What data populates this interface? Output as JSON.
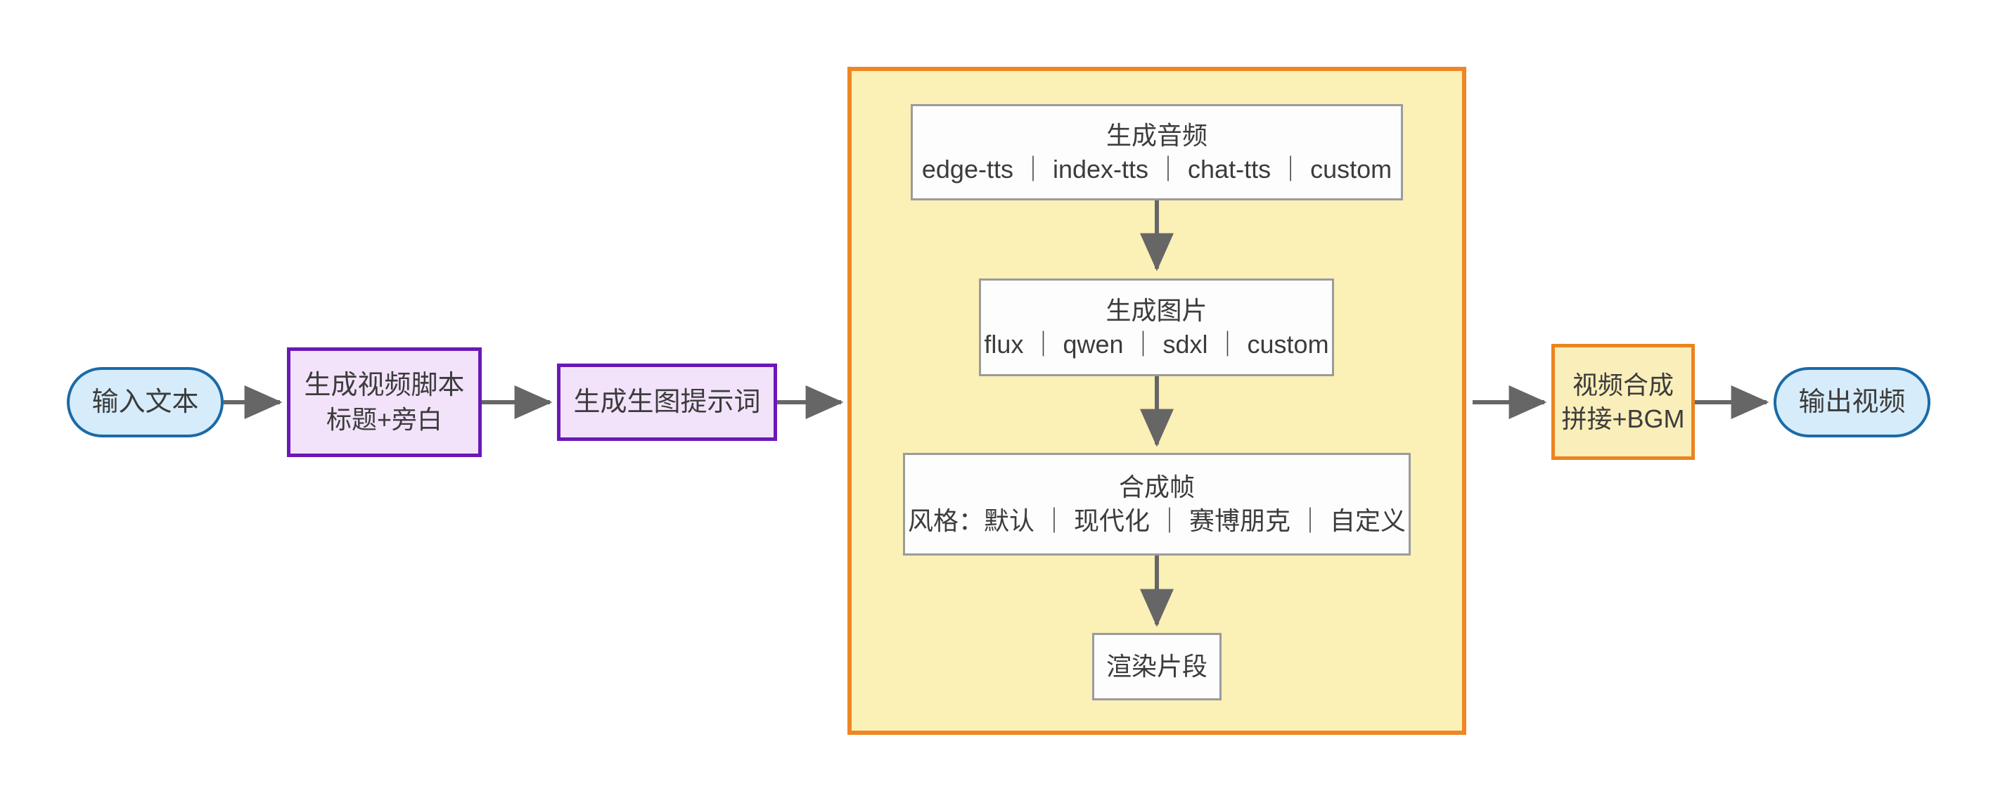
{
  "diagram": {
    "title": "AI Video Generation Pipeline Flowchart",
    "orientation": "left-to-right",
    "colors": {
      "terminal_fill": "#d6ecfb",
      "terminal_border": "#1a6aa8",
      "purple_fill": "#f2e3fb",
      "purple_border": "#6a18b8",
      "orange_fill": "#faeeba",
      "orange_border": "#ea8420",
      "cluster_fill": "#fbf0b6",
      "cluster_border": "#ef8623",
      "plain_fill": "#fdfdfd",
      "plain_border": "#9b9b9b",
      "edge_color": "#666666",
      "text_color": "#3c3c3c"
    },
    "nodes": {
      "input_text": {
        "label": "输入文本"
      },
      "script_gen": {
        "line1": "生成视频脚本",
        "line2": "标题+旁白"
      },
      "prompt_gen": {
        "label": "生成生图提示词"
      },
      "audio_gen": {
        "line1": "生成音频",
        "line2": "edge-tts ｜ index-tts ｜ chat-tts ｜ custom"
      },
      "image_gen": {
        "line1": "生成图片",
        "line2": "flux ｜ qwen ｜ sdxl ｜ custom"
      },
      "frame_compose": {
        "line1": "合成帧",
        "line2": "风格：默认 ｜ 现代化 ｜ 赛博朋克 ｜ 自定义"
      },
      "render_clip": {
        "label": "渲染片段"
      },
      "video_merge": {
        "line1": "视频合成",
        "line2": "拼接+BGM"
      },
      "output_video": {
        "label": "输出视频"
      }
    },
    "edges": [
      {
        "from": "input_text",
        "to": "script_gen"
      },
      {
        "from": "script_gen",
        "to": "prompt_gen"
      },
      {
        "from": "prompt_gen",
        "to": "audio_gen"
      },
      {
        "from": "audio_gen",
        "to": "image_gen"
      },
      {
        "from": "image_gen",
        "to": "frame_compose"
      },
      {
        "from": "frame_compose",
        "to": "render_clip"
      },
      {
        "from": "render_clip",
        "to": "video_merge"
      },
      {
        "from": "video_merge",
        "to": "output_video"
      }
    ]
  }
}
